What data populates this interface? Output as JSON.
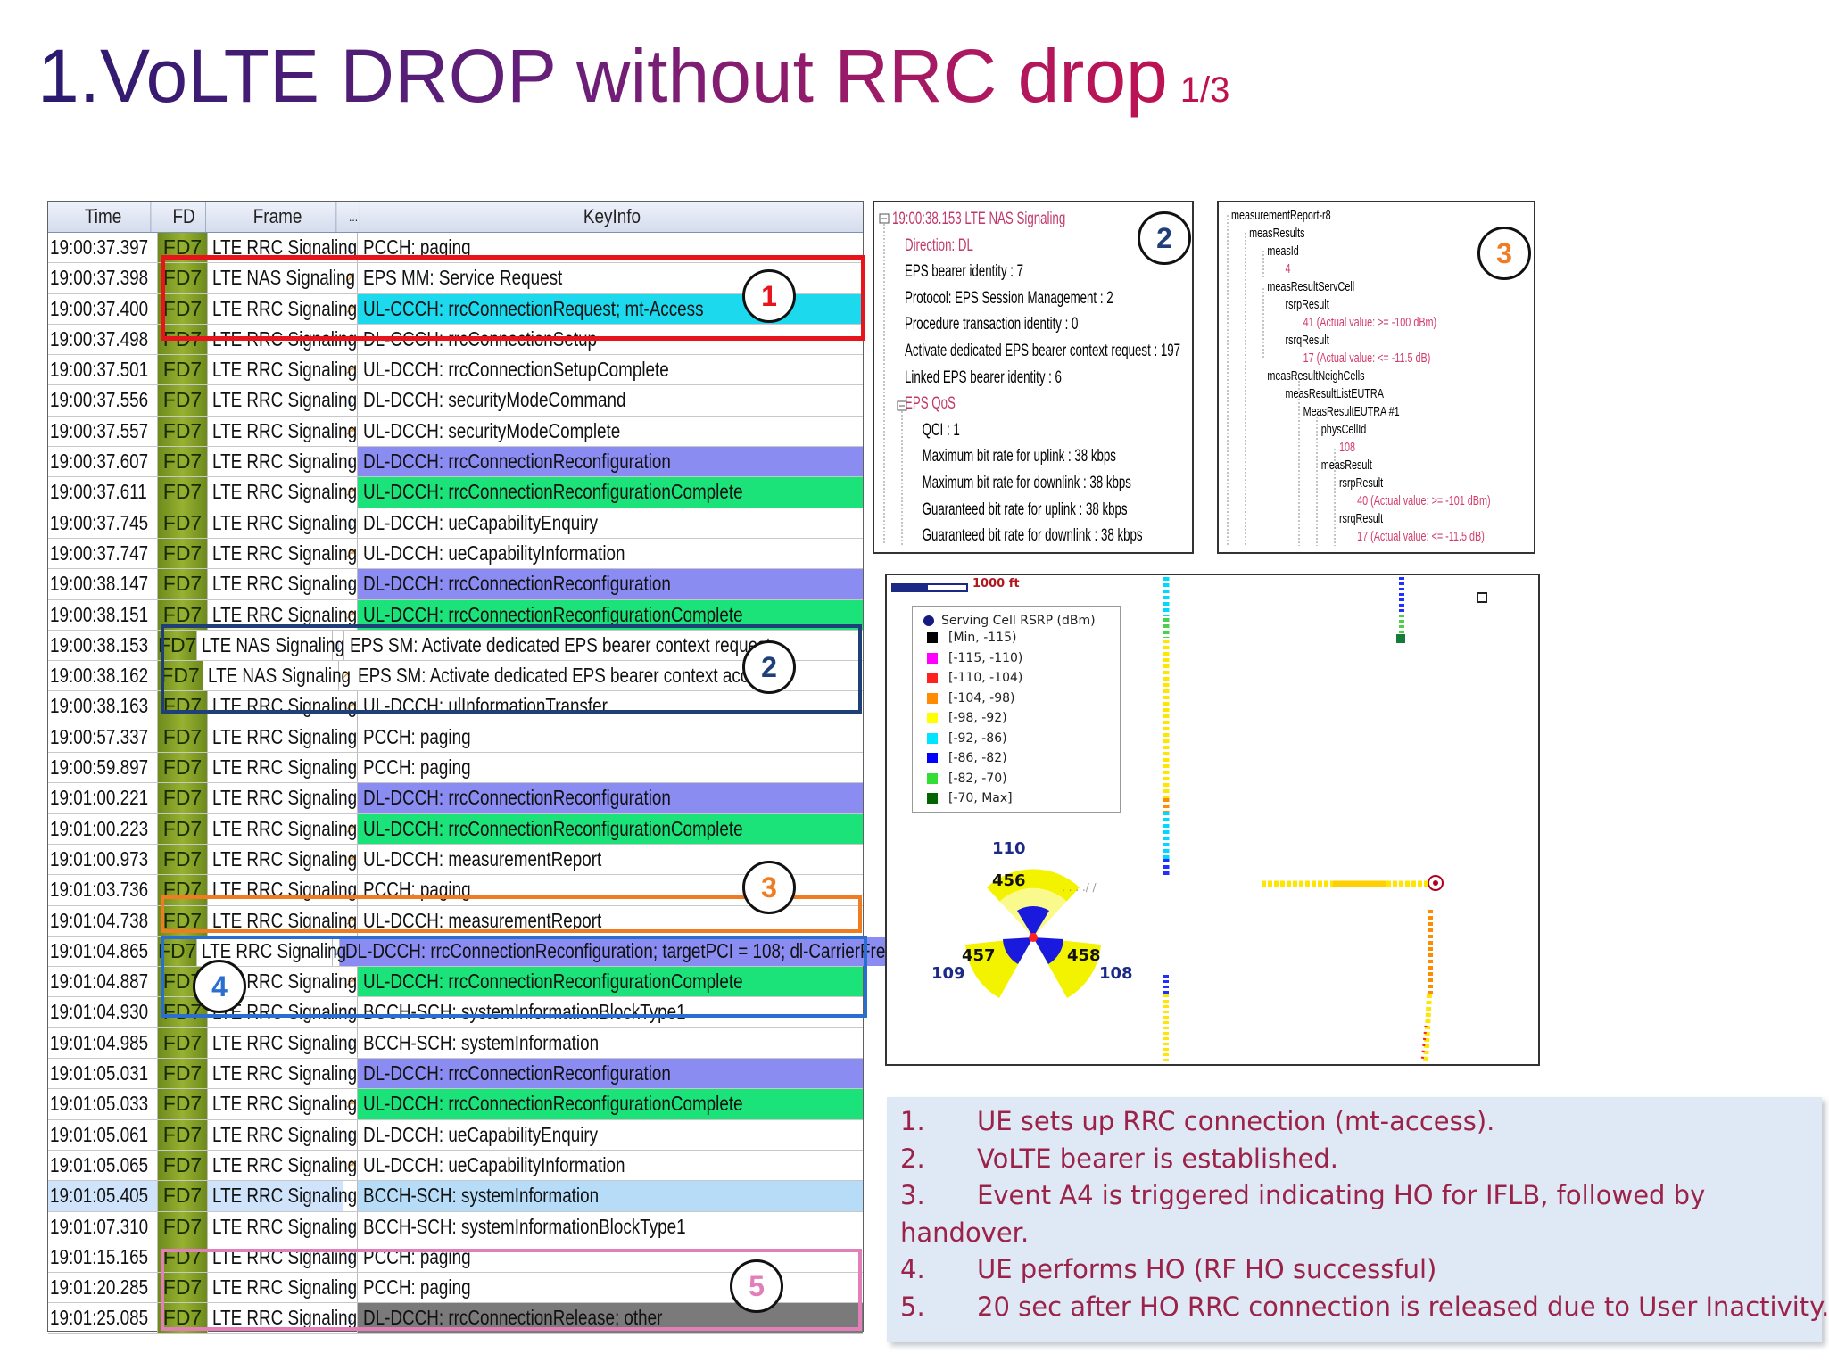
{
  "slide": {
    "title": "1.VoLTE DROP without RRC drop",
    "page": "1/3"
  },
  "log": {
    "columns": [
      "Time",
      "FD",
      "Frame",
      "...",
      "KeyInfo"
    ],
    "rows": [
      {
        "time": "19:00:37.397",
        "fd": "FD7",
        "frame": "LTE RRC Signaling",
        "dir": "down",
        "key": "PCCH: paging",
        "style": ""
      },
      {
        "time": "19:00:37.398",
        "fd": "FD7",
        "frame": "LTE NAS Signaling",
        "dir": "up",
        "key": "EPS MM: Service Request",
        "style": ""
      },
      {
        "time": "19:00:37.400",
        "fd": "FD7",
        "frame": "LTE RRC Signaling",
        "dir": "up",
        "key": "UL-CCCH: rrcConnectionRequest; mt-Access",
        "style": "cyan"
      },
      {
        "time": "19:00:37.498",
        "fd": "FD7",
        "frame": "LTE RRC Signaling",
        "dir": "down",
        "key": "DL-CCCH: rrcConnectionSetup",
        "style": ""
      },
      {
        "time": "19:00:37.501",
        "fd": "FD7",
        "frame": "LTE RRC Signaling",
        "dir": "up",
        "key": "UL-DCCH: rrcConnectionSetupComplete",
        "style": ""
      },
      {
        "time": "19:00:37.556",
        "fd": "FD7",
        "frame": "LTE RRC Signaling",
        "dir": "down",
        "key": "DL-DCCH: securityModeCommand",
        "style": ""
      },
      {
        "time": "19:00:37.557",
        "fd": "FD7",
        "frame": "LTE RRC Signaling",
        "dir": "up",
        "key": "UL-DCCH: securityModeComplete",
        "style": ""
      },
      {
        "time": "19:00:37.607",
        "fd": "FD7",
        "frame": "LTE RRC Signaling",
        "dir": "down",
        "key": "DL-DCCH: rrcConnectionReconfiguration",
        "style": "purple"
      },
      {
        "time": "19:00:37.611",
        "fd": "FD7",
        "frame": "LTE RRC Signaling",
        "dir": "up",
        "key": "UL-DCCH: rrcConnectionReconfigurationComplete",
        "style": "green"
      },
      {
        "time": "19:00:37.745",
        "fd": "FD7",
        "frame": "LTE RRC Signaling",
        "dir": "down",
        "key": "DL-DCCH: ueCapabilityEnquiry",
        "style": ""
      },
      {
        "time": "19:00:37.747",
        "fd": "FD7",
        "frame": "LTE RRC Signaling",
        "dir": "up",
        "key": "UL-DCCH: ueCapabilityInformation",
        "style": ""
      },
      {
        "time": "19:00:38.147",
        "fd": "FD7",
        "frame": "LTE RRC Signaling",
        "dir": "down",
        "key": "DL-DCCH: rrcConnectionReconfiguration",
        "style": "purple"
      },
      {
        "time": "19:00:38.151",
        "fd": "FD7",
        "frame": "LTE RRC Signaling",
        "dir": "up",
        "key": "UL-DCCH: rrcConnectionReconfigurationComplete",
        "style": "green"
      },
      {
        "time": "19:00:38.153",
        "fd": "FD7",
        "frame": "LTE NAS Signaling",
        "dir": "down",
        "key": "EPS SM: Activate dedicated EPS bearer context request",
        "style": ""
      },
      {
        "time": "19:00:38.162",
        "fd": "FD7",
        "frame": "LTE NAS Signaling",
        "dir": "up",
        "key": "EPS SM: Activate dedicated EPS bearer context accept",
        "style": ""
      },
      {
        "time": "19:00:38.163",
        "fd": "FD7",
        "frame": "LTE RRC Signaling",
        "dir": "up",
        "key": "UL-DCCH: ulInformationTransfer",
        "style": ""
      },
      {
        "time": "19:00:57.337",
        "fd": "FD7",
        "frame": "LTE RRC Signaling",
        "dir": "down",
        "key": "PCCH: paging",
        "style": ""
      },
      {
        "time": "19:00:59.897",
        "fd": "FD7",
        "frame": "LTE RRC Signaling",
        "dir": "down",
        "key": "PCCH: paging",
        "style": ""
      },
      {
        "time": "19:01:00.221",
        "fd": "FD7",
        "frame": "LTE RRC Signaling",
        "dir": "down",
        "key": "DL-DCCH: rrcConnectionReconfiguration",
        "style": "purple"
      },
      {
        "time": "19:01:00.223",
        "fd": "FD7",
        "frame": "LTE RRC Signaling",
        "dir": "up",
        "key": "UL-DCCH: rrcConnectionReconfigurationComplete",
        "style": "green"
      },
      {
        "time": "19:01:00.973",
        "fd": "FD7",
        "frame": "LTE RRC Signaling",
        "dir": "up",
        "key": "UL-DCCH: measurementReport",
        "style": ""
      },
      {
        "time": "19:01:03.736",
        "fd": "FD7",
        "frame": "LTE RRC Signaling",
        "dir": "down",
        "key": "PCCH: paging",
        "style": ""
      },
      {
        "time": "19:01:04.738",
        "fd": "FD7",
        "frame": "LTE RRC Signaling",
        "dir": "up",
        "key": "UL-DCCH: measurementReport",
        "style": ""
      },
      {
        "time": "19:01:04.865",
        "fd": "FD7",
        "frame": "LTE RRC Signaling",
        "dir": "down",
        "key": "DL-DCCH: rrcConnectionReconfiguration; targetPCI = 108; dl-CarrierFre",
        "style": "purple"
      },
      {
        "time": "19:01:04.887",
        "fd": "FD7",
        "frame": "LTE RRC Signaling",
        "dir": "up",
        "key": "UL-DCCH: rrcConnectionReconfigurationComplete",
        "style": "green"
      },
      {
        "time": "19:01:04.930",
        "fd": "FD7",
        "frame": "LTE RRC Signaling",
        "dir": "down",
        "key": "BCCH-SCH: systemInformationBlockType1",
        "style": ""
      },
      {
        "time": "19:01:04.985",
        "fd": "FD7",
        "frame": "LTE RRC Signaling",
        "dir": "down",
        "key": "BCCH-SCH: systemInformation",
        "style": ""
      },
      {
        "time": "19:01:05.031",
        "fd": "FD7",
        "frame": "LTE RRC Signaling",
        "dir": "down",
        "key": "DL-DCCH: rrcConnectionReconfiguration",
        "style": "purple"
      },
      {
        "time": "19:01:05.033",
        "fd": "FD7",
        "frame": "LTE RRC Signaling",
        "dir": "up",
        "key": "UL-DCCH: rrcConnectionReconfigurationComplete",
        "style": "green"
      },
      {
        "time": "19:01:05.061",
        "fd": "FD7",
        "frame": "LTE RRC Signaling",
        "dir": "down",
        "key": "DL-DCCH: ueCapabilityEnquiry",
        "style": ""
      },
      {
        "time": "19:01:05.065",
        "fd": "FD7",
        "frame": "LTE RRC Signaling",
        "dir": "up",
        "key": "UL-DCCH: ueCapabilityInformation",
        "style": ""
      },
      {
        "time": "19:01:05.405",
        "fd": "FD7",
        "frame": "LTE RRC Signaling",
        "dir": "down",
        "key": "BCCH-SCH: systemInformation",
        "style": "light"
      },
      {
        "time": "19:01:07.310",
        "fd": "FD7",
        "frame": "LTE RRC Signaling",
        "dir": "down",
        "key": "BCCH-SCH: systemInformationBlockType1",
        "style": ""
      },
      {
        "time": "19:01:15.165",
        "fd": "FD7",
        "frame": "LTE RRC Signaling",
        "dir": "down",
        "key": "PCCH: paging",
        "style": ""
      },
      {
        "time": "19:01:20.285",
        "fd": "FD7",
        "frame": "LTE RRC Signaling",
        "dir": "down",
        "key": "PCCH: paging",
        "style": ""
      },
      {
        "time": "19:01:25.085",
        "fd": "FD7",
        "frame": "LTE RRC Signaling",
        "dir": "down",
        "key": "DL-DCCH: rrcConnectionRelease; other",
        "style": "gray"
      }
    ]
  },
  "markers": {
    "m1": "1",
    "m2": "2",
    "m3": "3",
    "m4": "4",
    "m5": "5"
  },
  "colors": {
    "m1": "#e8141c",
    "m2": "#1f3f78",
    "m3": "#ef7c22",
    "m4": "#2a6fd0",
    "m5": "#e27fb8"
  },
  "nas_panel": {
    "marker": "2",
    "lines": [
      "19:00:38.153 LTE NAS Signaling",
      "Direction: DL",
      "EPS bearer identity : 7",
      "Protocol: EPS Session Management : 2",
      "Procedure transaction identity : 0",
      "Activate dedicated EPS bearer context request : 197",
      "Linked EPS bearer identity : 6",
      "EPS QoS",
      "QCI : 1",
      "Maximum bit rate for uplink : 38 kbps",
      "Maximum bit rate for downlink : 38 kbps",
      "Guaranteed bit rate for uplink : 38 kbps",
      "Guaranteed bit rate for downlink : 38 kbps"
    ]
  },
  "meas_panel": {
    "marker": "3",
    "lines": [
      "measurementReport-r8",
      "measResults",
      "measId",
      "4",
      "measResultServCell",
      "rsrpResult",
      "41 (Actual value: >= -100 dBm)",
      "rsrqResult",
      "17 (Actual value: <= -11.5 dB)",
      "measResultNeighCells",
      "measResultListEUTRA",
      "MeasResultEUTRA #1",
      "physCellId",
      "108",
      "measResult",
      "rsrpResult",
      "40 (Actual value: >= -101 dBm)",
      "rsrqResult",
      "17 (Actual value: <= -11.5 dB)"
    ]
  },
  "map": {
    "scale_label": "1000 ft",
    "legend_title": "Serving Cell RSRP (dBm)",
    "legend": [
      {
        "label": "[Min, -115)",
        "color": "#000000"
      },
      {
        "label": "[-115, -110)",
        "color": "#ff00ff"
      },
      {
        "label": "[-110, -104)",
        "color": "#ff2020"
      },
      {
        "label": "[-104, -98)",
        "color": "#ff8c00"
      },
      {
        "label": "[-98, -92)",
        "color": "#ffff00"
      },
      {
        "label": "[-92, -86)",
        "color": "#00e5ff"
      },
      {
        "label": "[-86, -82)",
        "color": "#0000ff"
      },
      {
        "label": "[-82, -70)",
        "color": "#33dd33"
      },
      {
        "label": "[-70, Max]",
        "color": "#006400"
      }
    ],
    "cells": {
      "c110": "110",
      "c456": "456",
      "c457": "457",
      "c458": "458",
      "c109": "109",
      "c108": "108"
    }
  },
  "notes": [
    {
      "num": "1.",
      "text": "UE  sets up RRC connection (mt-access)."
    },
    {
      "num": "2.",
      "text": "VoLTE bearer is established."
    },
    {
      "num": "3.",
      "text": "Event A4 is triggered indicating HO for IFLB, followed by"
    },
    {
      "num": "",
      "text": "handover."
    },
    {
      "num": "4.",
      "text": "UE  performs HO  (RF HO successful)"
    },
    {
      "num": "5.",
      "text": "20 sec after HO RRC connection is released due to User Inactivity."
    }
  ]
}
